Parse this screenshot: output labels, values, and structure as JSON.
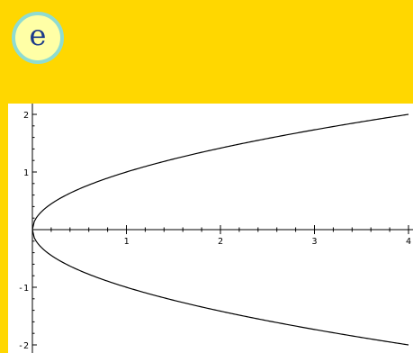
{
  "header": {
    "badge_letter": "e"
  },
  "colors": {
    "background": "#ffd700",
    "badge_fill": "#ffffa6",
    "badge_border": "#8fdcd2",
    "badge_text": "#1b3a8a",
    "curve": "#000000"
  },
  "chart_data": {
    "type": "line",
    "title": "",
    "xlabel": "",
    "ylabel": "",
    "xlim": [
      0,
      4
    ],
    "ylim": [
      -2,
      2
    ],
    "grid": false,
    "x_ticks": [
      1,
      2,
      3,
      4
    ],
    "x_tick_labels": [
      "1",
      "2",
      "3",
      "4"
    ],
    "y_ticks": [
      2,
      1,
      -1,
      -2
    ],
    "y_tick_labels": [
      "2",
      "1",
      "-1",
      "-2"
    ],
    "series": [
      {
        "x": [
          0,
          0.05,
          0.1,
          0.25,
          0.5,
          1,
          1.5,
          2,
          2.5,
          3,
          3.5,
          4
        ],
        "y": [
          0,
          0.22,
          0.32,
          0.5,
          0.71,
          1,
          1.22,
          1.41,
          1.58,
          1.73,
          1.87,
          2
        ]
      },
      {
        "x": [
          0,
          0.05,
          0.1,
          0.25,
          0.5,
          1,
          1.5,
          2,
          2.5,
          3,
          3.5,
          4
        ],
        "y": [
          0,
          -0.22,
          -0.32,
          -0.5,
          -0.71,
          -1,
          -1.22,
          -1.41,
          -1.58,
          -1.73,
          -1.87,
          -2
        ]
      }
    ]
  }
}
